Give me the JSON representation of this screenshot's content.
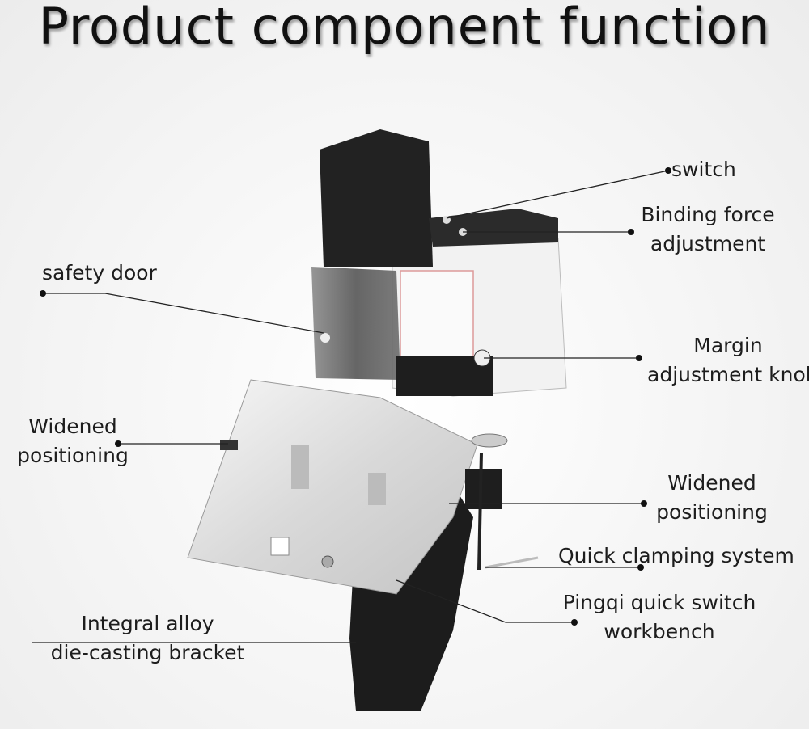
{
  "title": "Product component function",
  "labels": {
    "switch": "switch",
    "binding_1": "Binding force",
    "binding_2": "adjustment",
    "safety_door": "safety door",
    "margin_1": "Margin",
    "margin_2": "adjustment knob",
    "widened_left_1": "Widened",
    "widened_left_2": "positioning",
    "widened_right_1": "Widened",
    "widened_right_2": "positioning",
    "quick_clamping": "Quick clamping system",
    "pingqi_1": "Pingqi quick switch",
    "pingqi_2": "workbench",
    "integral_1": "Integral alloy",
    "integral_2": "die-casting bracket"
  }
}
